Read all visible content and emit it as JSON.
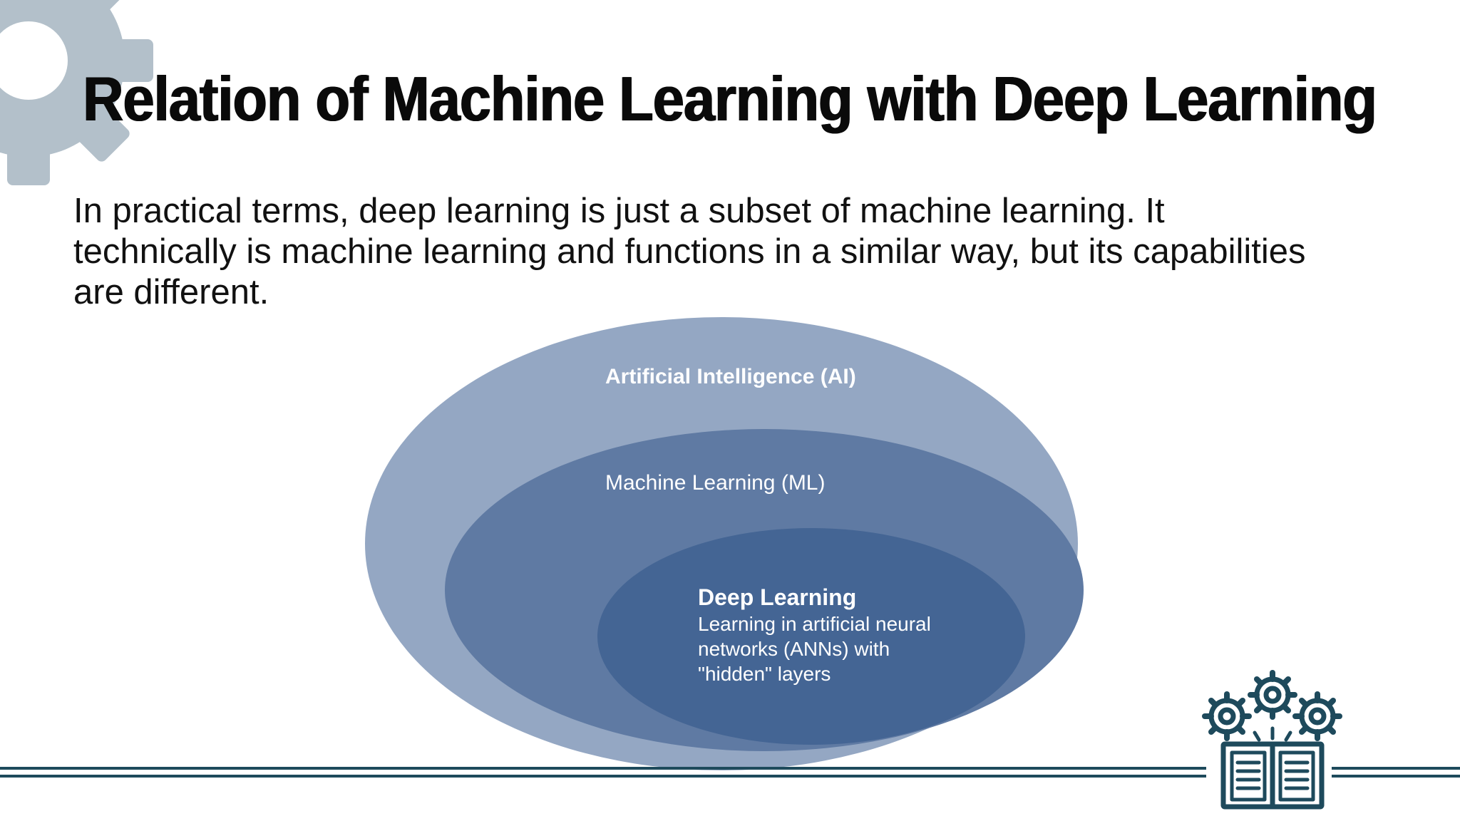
{
  "slide": {
    "title": "Relation of Machine Learning with Deep Learning",
    "body_lines": [
      "In practical terms, deep learning is just a subset of machine learning. It",
      "technically is machine learning and functions in a similar way, but its capabilities",
      "are different."
    ]
  },
  "diagram": {
    "outer_label": "Artificial Intelligence (AI)",
    "middle_label": "Machine Learning (ML)",
    "inner_title": "Deep Learning",
    "inner_lines": [
      "Learning in artificial neural",
      "networks (ANNs) with",
      "\"hidden\" layers"
    ],
    "colors": {
      "outer": "#94a7c3",
      "middle": "#5f7aa3",
      "inner": "#446594",
      "label": "#ffffff"
    }
  },
  "decor": {
    "corner_icon": "gear-icon",
    "footer_icon": "gears-book-icon",
    "line_color": "#1e4a5c",
    "gear_color": "#b3c0ca"
  }
}
